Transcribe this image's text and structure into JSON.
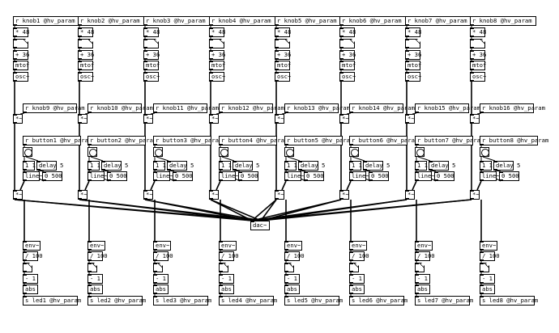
{
  "patch": {
    "columns": [
      {
        "knob": "r knob1 @hv_param",
        "knob2": "r knob9 @hv_param",
        "button": "r button1 @hv_param",
        "led": "s led1 @hv_param"
      },
      {
        "knob": "r knob2 @hv_param",
        "knob2": "r knob10 @hv_param",
        "button": "r button2 @hv_param",
        "led": "s led2 @hv_param"
      },
      {
        "knob": "r knob3 @hv_param",
        "knob2": "r knob11 @hv_param",
        "button": "r button3 @hv_param",
        "led": "s led3 @hv_param"
      },
      {
        "knob": "r knob4 @hv_param",
        "knob2": "r knob12 @hv_param",
        "button": "r button4 @hv_param",
        "led": "s led4 @hv_param"
      },
      {
        "knob": "r knob5 @hv_param",
        "knob2": "r knob13 @hv_param",
        "button": "r button5 @hv_param",
        "led": "s led5 @hv_param"
      },
      {
        "knob": "r knob6 @hv_param",
        "knob2": "r knob14 @hv_param",
        "button": "r button6 @hv_param",
        "led": "s led6 @hv_param"
      },
      {
        "knob": "r knob7 @hv_param",
        "knob2": "r knob15 @hv_param",
        "button": "r button7 @hv_param",
        "led": "s led7 @hv_param"
      },
      {
        "knob": "r knob8 @hv_param",
        "knob2": "r knob16 @hv_param",
        "button": "r button8 @hv_param",
        "led": "s led8 @hv_param"
      }
    ],
    "labels": {
      "mul48": "* 48",
      "add36": "+ 36",
      "mtof": "mtof",
      "osc": "osc~",
      "mul_sig": "*~",
      "msg_11": "1 1",
      "delay": "delay 5",
      "line": "line~",
      "msg_0500": "0 500",
      "dac": "dac~",
      "env": "env~",
      "div100": "/ 100",
      "sub1": "- 1",
      "abs": "abs"
    }
  }
}
